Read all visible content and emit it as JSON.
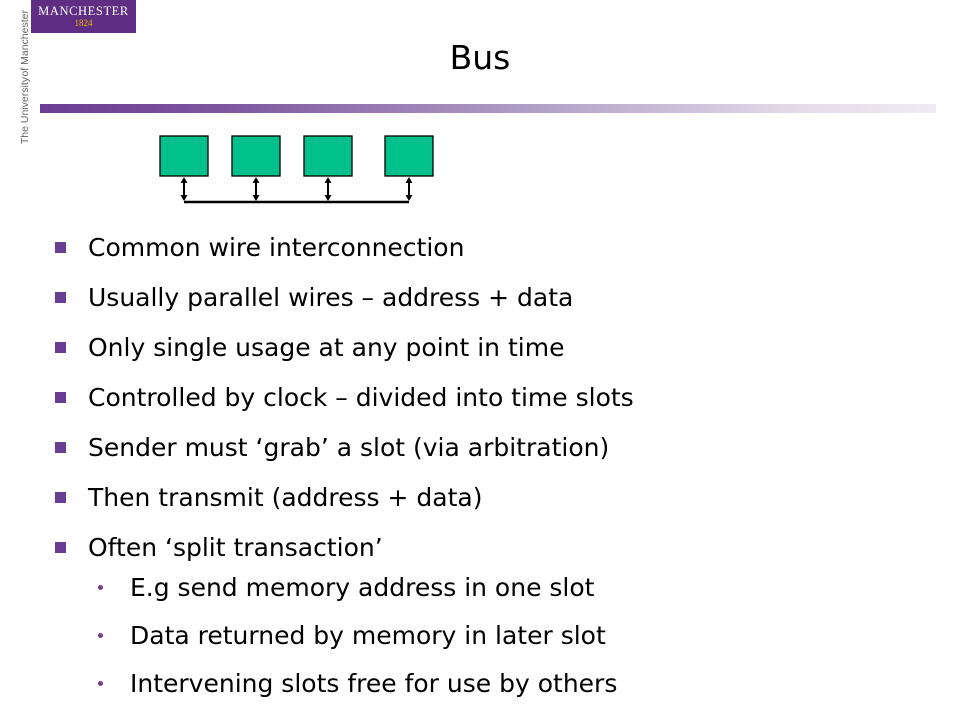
{
  "logo": {
    "name": "MANCHESTER",
    "year": "1824"
  },
  "university": {
    "line1": "The University",
    "line2": "of Manchester"
  },
  "slide": {
    "title": "Bus",
    "bullets": [
      "Common wire interconnection",
      "Usually parallel wires – address + data",
      "Only single usage at any point in time",
      "Controlled by clock – divided into time slots",
      "Sender must ‘grab’ a slot (via arbitration)",
      "Then transmit (address + data)",
      "Often ‘split transaction’"
    ],
    "subbullets": [
      "E.g send memory address in one slot",
      "Data returned by memory in later slot",
      "Intervening slots free for use by others"
    ]
  },
  "colors": {
    "accent": "#6a3d94",
    "box_fill": "#00c08b",
    "logo_gold": "#e7b600"
  }
}
